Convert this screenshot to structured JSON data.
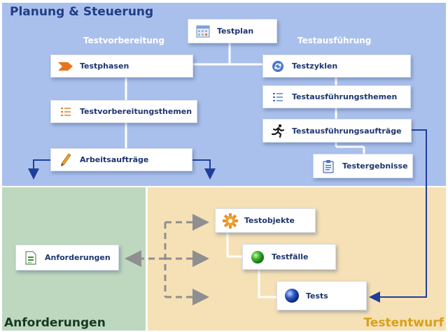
{
  "zones": {
    "planning": "Planung & Steuerung",
    "requirements": "Anforderungen",
    "design": "Testentwurf"
  },
  "subtitles": {
    "preparation": "Testvorbereitung",
    "execution": "Testausführung"
  },
  "nodes": {
    "testplan": "Testplan",
    "testphasen": "Testphasen",
    "testvorbereitungsthemen": "Testvorbereitungsthemen",
    "arbeitsauftraege": "Arbeitsaufträge",
    "testzyklen": "Testzyklen",
    "testausfuehrungsthemen": "Testausführungsthemen",
    "testausfuehrungsauftraege": "Testausführungsaufträge",
    "testergebnisse": "Testergebnisse",
    "anforderungen": "Anforderungen",
    "testobjekte": "Testobjekte",
    "testfaelle": "Testfälle",
    "tests": "Tests"
  },
  "colors": {
    "planning_bg": "#aac0ec",
    "requirements_bg": "#bdd8be",
    "design_bg": "#f6e1b6",
    "arrow": "#1d3f9a",
    "dashed_arrow": "#8f8f8f",
    "node_text": "#1d3570"
  }
}
